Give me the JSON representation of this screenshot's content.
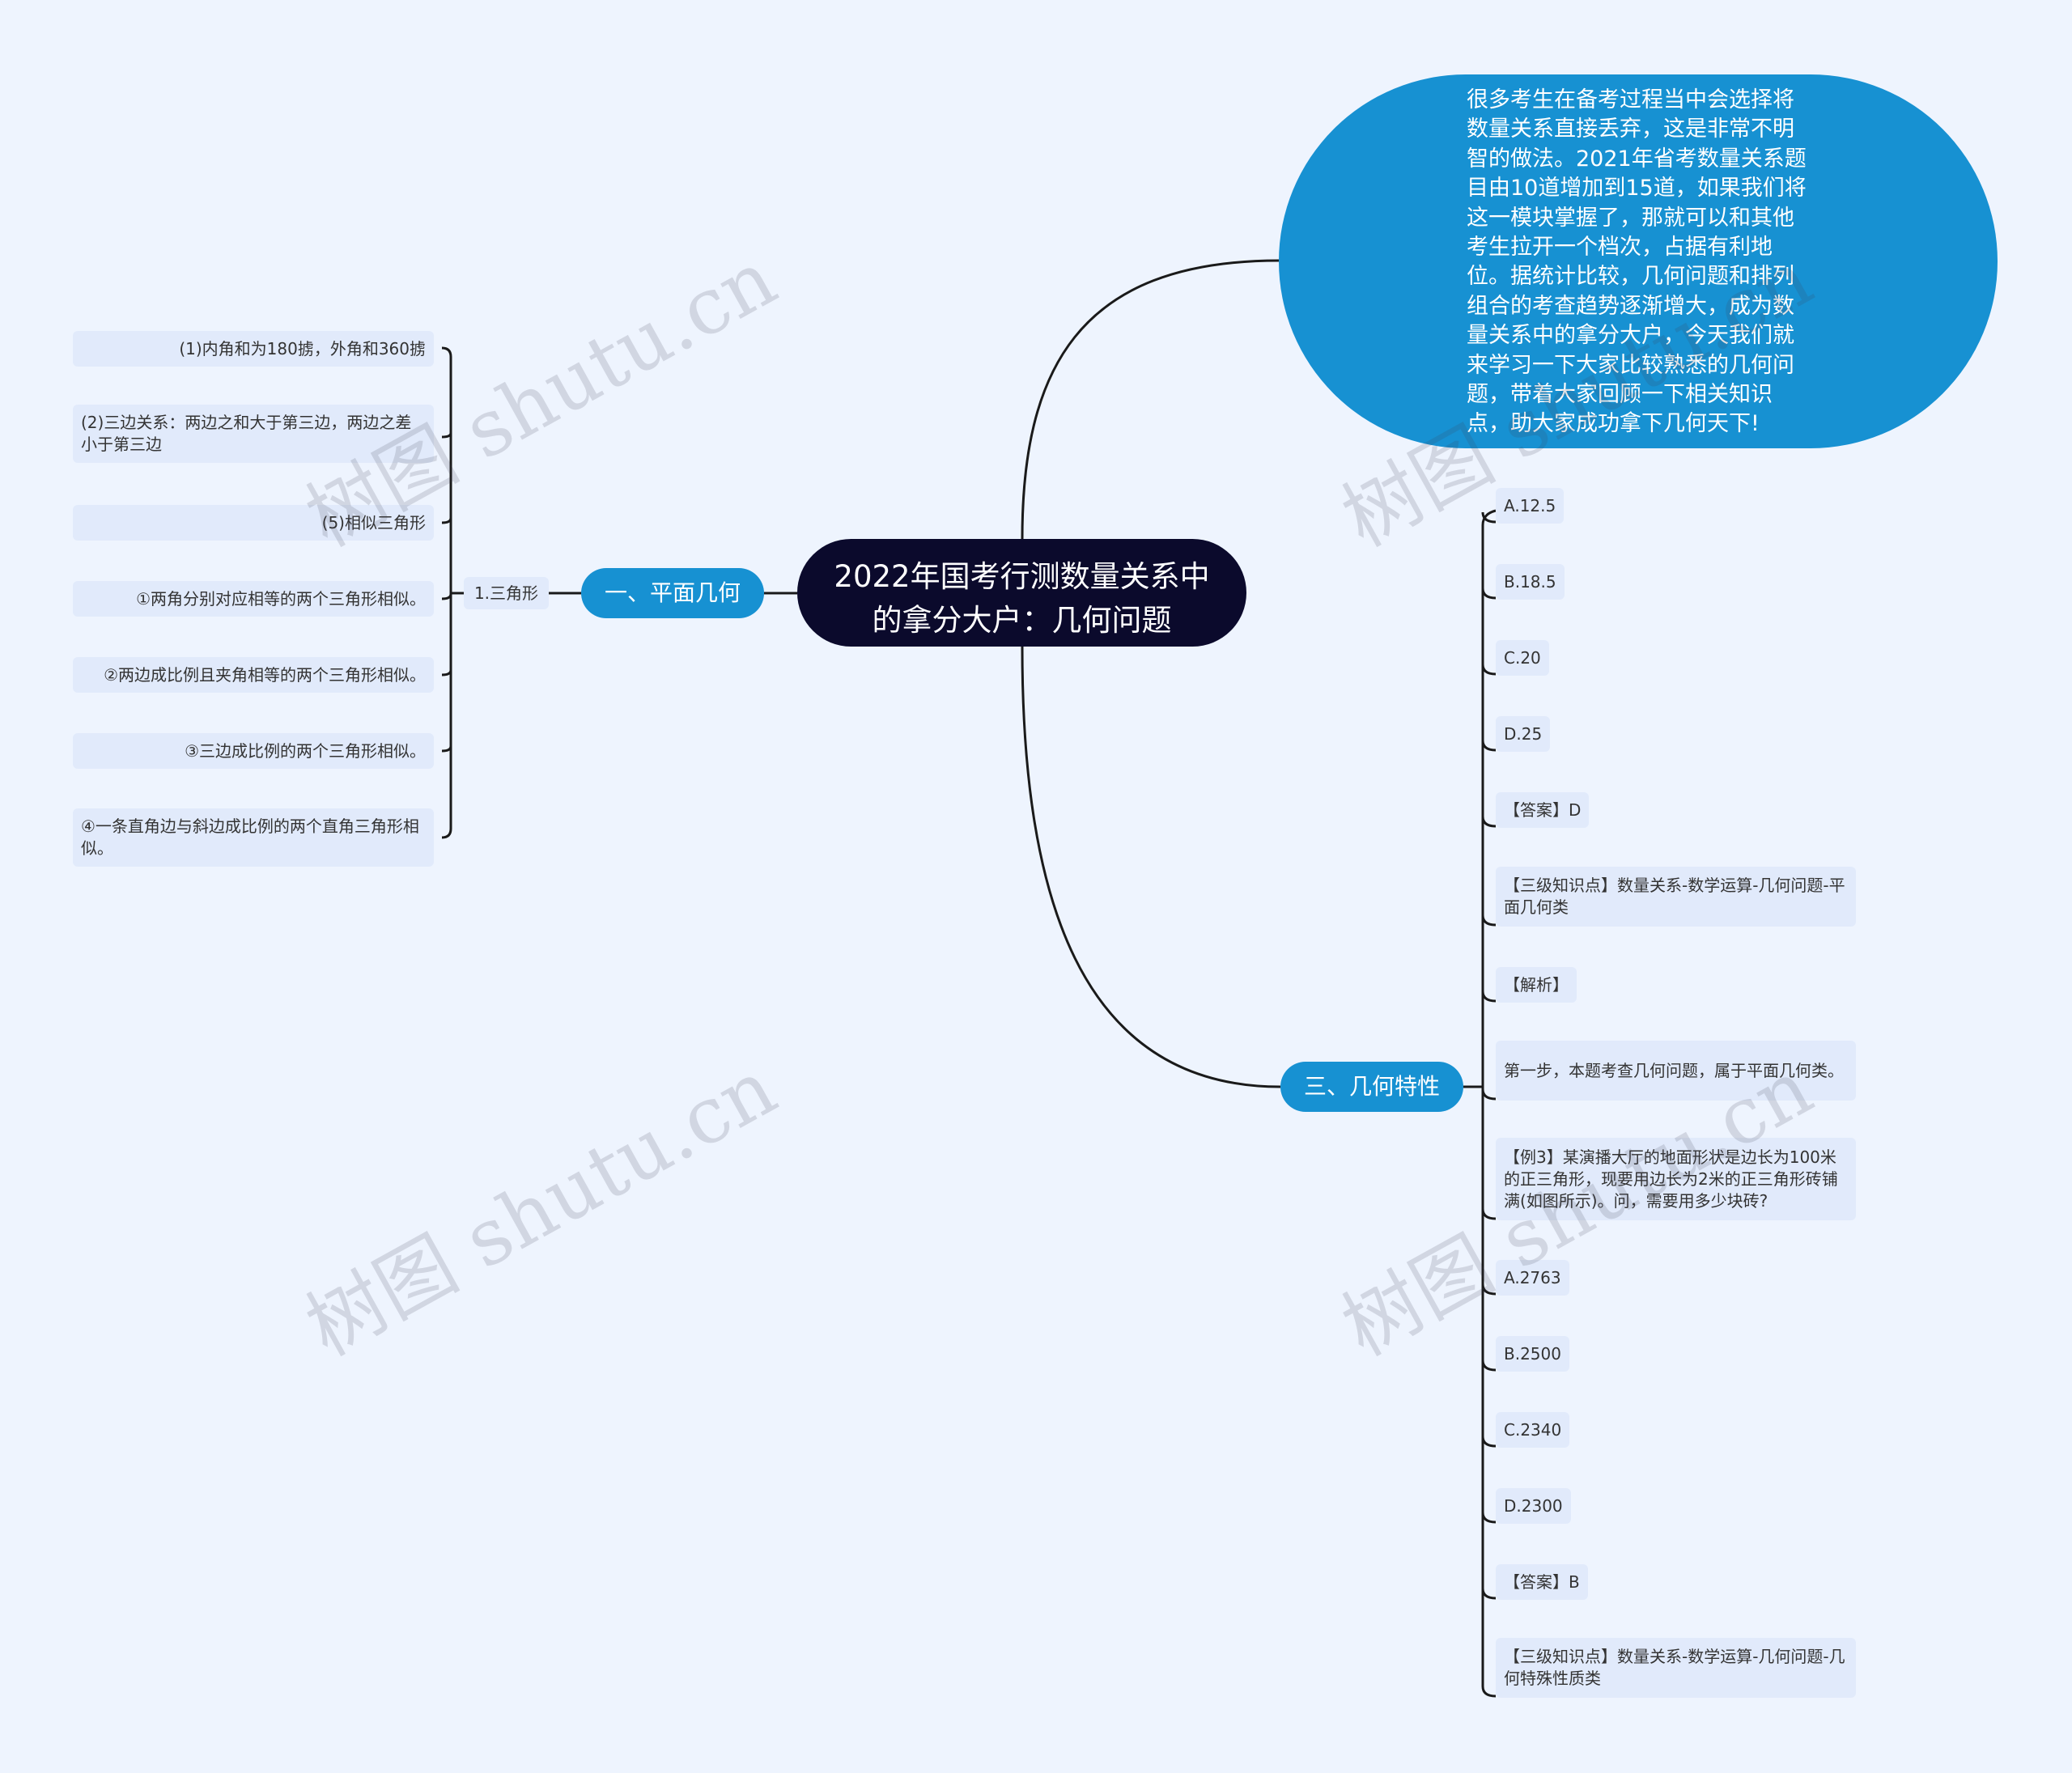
{
  "root": {
    "title": "2022年国考行测数量关系中的拿分大户：几何问题"
  },
  "intro": {
    "text": "很多考生在备考过程当中会选择将数量关系直接丢弃，这是非常不明智的做法。2021年省考数量关系题目由10道增加到15道，如果我们将这一模块掌握了，那就可以和其他考生拉开一个档次，占据有利地位。据统计比较，几何问题和排列组合的考查趋势逐渐增大，成为数量关系中的拿分大户，今天我们就来学习一下大家比较熟悉的几何问题，带着大家回顾一下相关知识点，助大家成功拿下几何天下!"
  },
  "branch1": {
    "label": "一、平面几何",
    "sub": "1.三角形",
    "leaves": [
      "(1)内角和为180掳，外角和360掳",
      "(2)三边关系：两边之和大于第三边，两边之差小于第三边",
      "(5)相似三角形",
      "①两角分别对应相等的两个三角形相似。",
      "②两边成比例且夹角相等的两个三角形相似。",
      "③三边成比例的两个三角形相似。",
      "④一条直角边与斜边成比例的两个直角三角形相似。"
    ]
  },
  "branch3": {
    "label": "三、几何特性",
    "leaves": [
      "A.12.5",
      "B.18.5",
      "C.20",
      "D.25",
      "【答案】D",
      "【三级知识点】数量关系-数学运算-几何问题-平面几何类",
      "【解析】",
      "第一步，本题考查几何问题，属于平面几何类。",
      "【例3】某演播大厅的地面形状是边长为100米的正三角形，现要用边长为2米的正三角形砖铺满(如图所示)。问，需要用多少块砖?",
      "A.2763",
      "B.2500",
      "C.2340",
      "D.2300",
      "【答案】B",
      "【三级知识点】数量关系-数学运算-几何问题-几何特殊性质类"
    ]
  },
  "watermark": "树图 shutu.cn",
  "colors": {
    "background": "#eef4fe",
    "root": "#0b0a2c",
    "branch": "#1791d2",
    "leaf": "#e1eafb",
    "line": "#1a1a1a"
  }
}
